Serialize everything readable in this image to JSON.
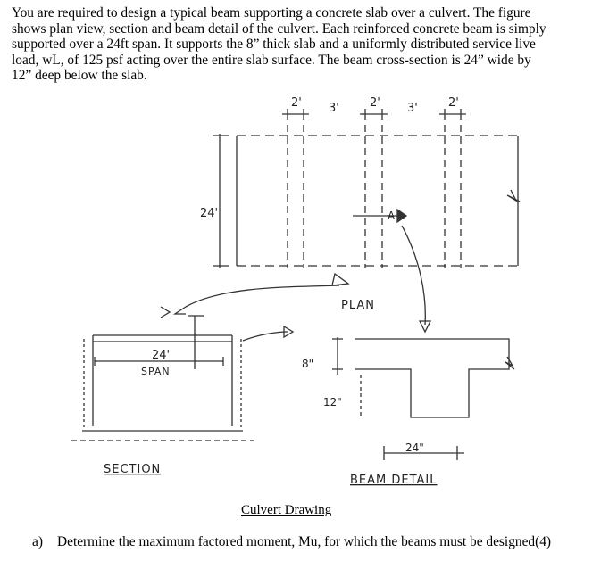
{
  "problem": {
    "lines": [
      "You are required to design a typical beam supporting a concrete slab over a culvert. The figure",
      "shows plan view, section and beam detail of the culvert. Each reinforced concrete beam is simply",
      "supported over a 24ft span.  It supports the 8” thick slab and a uniformly distributed service live",
      "load, wL, of 125 psf acting over the entire slab surface.  The beam cross-section is 24” wide by",
      "12” deep below the slab."
    ]
  },
  "figure": {
    "plan": {
      "label": "PLAN",
      "span_label": "24'",
      "spacings": [
        "2'",
        "3'",
        "2'",
        "3'",
        "2'"
      ],
      "section_mark": "A"
    },
    "section": {
      "label": "SECTION",
      "span_line1": "24'",
      "span_line2": "SPAN"
    },
    "beam_detail": {
      "label": "BEAM DETAIL",
      "slab_thickness": "8\"",
      "depth": "12\"",
      "width": "24\""
    },
    "caption": "Culvert Drawing"
  },
  "question": {
    "number": "a)",
    "text": "Determine the maximum factored moment, Mu, for which the beams must be designed(4)"
  }
}
